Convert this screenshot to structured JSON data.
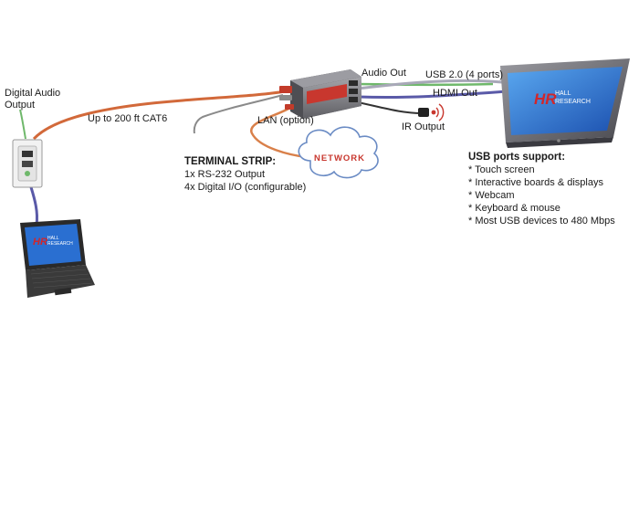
{
  "labels": {
    "digital_audio_output": [
      "Digital Audio",
      "Output"
    ],
    "up_to_200ft": "Up to 200 ft CAT6",
    "audio_out": "Audio Out",
    "usb": "USB 2.0 (4 ports)",
    "hdmi_out": "HDMI Out",
    "lan_option": "LAN (option)",
    "ir_output": "IR Output",
    "network": "NETWORK"
  },
  "terminal_strip": {
    "heading": "TERMINAL STRIP:",
    "lines": [
      "1x RS-232 Output",
      "4x Digital I/O (configurable)"
    ]
  },
  "usb_support": {
    "heading": "USB ports support:",
    "items": [
      "* Touch screen",
      "* Interactive boards & displays",
      "* Webcam",
      "* Keyboard & mouse",
      "* Most USB devices to 480 Mbps"
    ]
  },
  "brand": {
    "logo_mark": "HR",
    "logo_words": [
      "HALL",
      "RESEARCH"
    ]
  },
  "colors": {
    "cat6_cable": "#d2693a",
    "lan_cable": "#d9804a",
    "audio_cable": "#6fb86b",
    "hdmi_cable": "#5a5aa8",
    "usb_cable": "#a8a8b8",
    "terminal_cable": "#8a8a8a",
    "screen_blue": "#2a6fd1",
    "logo_red": "#d2262a",
    "device_gray": "#8a8a8e"
  }
}
